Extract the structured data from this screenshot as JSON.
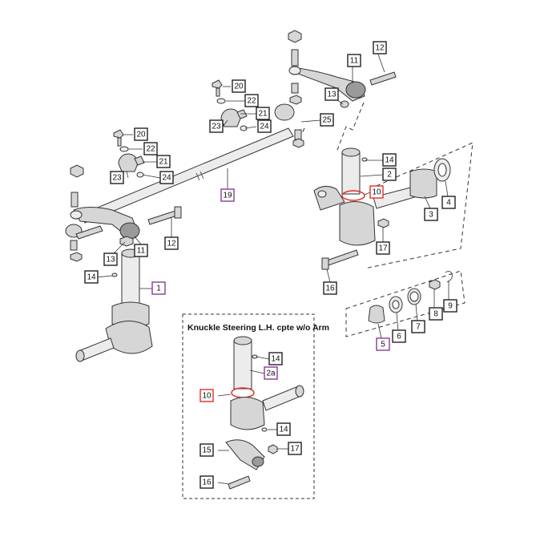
{
  "inset": {
    "title": "Knuckle Steering L.H. cpte w/o Arm"
  },
  "colors": {
    "black": "#222222",
    "purple": "#8a3a9a",
    "red": "#e0302a"
  },
  "callouts": [
    {
      "id": "c12a",
      "label": "12",
      "color": "black"
    },
    {
      "id": "c11a",
      "label": "11",
      "color": "black"
    },
    {
      "id": "c13a",
      "label": "13",
      "color": "black"
    },
    {
      "id": "c20a",
      "label": "20",
      "color": "black"
    },
    {
      "id": "c22a",
      "label": "22",
      "color": "black"
    },
    {
      "id": "c21a",
      "label": "21",
      "color": "black"
    },
    {
      "id": "c23a",
      "label": "23",
      "color": "black"
    },
    {
      "id": "c24a",
      "label": "24",
      "color": "black"
    },
    {
      "id": "c25",
      "label": "25",
      "color": "black"
    },
    {
      "id": "c20b",
      "label": "20",
      "color": "black"
    },
    {
      "id": "c22b",
      "label": "22",
      "color": "black"
    },
    {
      "id": "c21b",
      "label": "21",
      "color": "black"
    },
    {
      "id": "c23b",
      "label": "23",
      "color": "black"
    },
    {
      "id": "c24b",
      "label": "24",
      "color": "black"
    },
    {
      "id": "c19",
      "label": "19",
      "color": "purple"
    },
    {
      "id": "c14a",
      "label": "14",
      "color": "black"
    },
    {
      "id": "c2",
      "label": "2",
      "color": "black"
    },
    {
      "id": "c10a",
      "label": "10",
      "color": "red"
    },
    {
      "id": "c3",
      "label": "3",
      "color": "black"
    },
    {
      "id": "c4",
      "label": "4",
      "color": "black"
    },
    {
      "id": "c12b",
      "label": "12",
      "color": "black"
    },
    {
      "id": "c13b",
      "label": "13",
      "color": "black"
    },
    {
      "id": "c11b",
      "label": "11",
      "color": "black"
    },
    {
      "id": "c17a",
      "label": "17",
      "color": "black"
    },
    {
      "id": "c16a",
      "label": "16",
      "color": "black"
    },
    {
      "id": "c14b",
      "label": "14",
      "color": "black"
    },
    {
      "id": "c1",
      "label": "1",
      "color": "purple"
    },
    {
      "id": "c8",
      "label": "8",
      "color": "black"
    },
    {
      "id": "c9",
      "label": "9",
      "color": "black"
    },
    {
      "id": "c7",
      "label": "7",
      "color": "black"
    },
    {
      "id": "c6",
      "label": "6",
      "color": "black"
    },
    {
      "id": "c5",
      "label": "5",
      "color": "purple"
    },
    {
      "id": "c14c",
      "label": "14",
      "color": "black"
    },
    {
      "id": "c2a",
      "label": "2a",
      "color": "purple"
    },
    {
      "id": "c10b",
      "label": "10",
      "color": "red"
    },
    {
      "id": "c14d",
      "label": "14",
      "color": "black"
    },
    {
      "id": "c15",
      "label": "15",
      "color": "black"
    },
    {
      "id": "c17b",
      "label": "17",
      "color": "black"
    },
    {
      "id": "c16b",
      "label": "16",
      "color": "black"
    }
  ]
}
